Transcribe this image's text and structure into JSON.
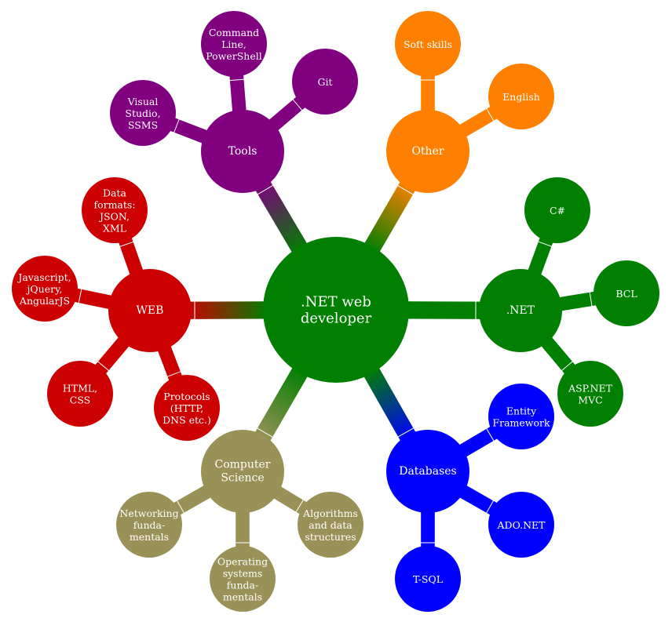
{
  "mindmap": {
    "root": {
      "label": [
        ".NET web",
        "developer"
      ],
      "color": "#007f00"
    },
    "branches": [
      {
        "id": "tools",
        "label": [
          "Tools"
        ],
        "color": "#800080",
        "leaves": [
          {
            "label": [
              "Command",
              "Line,",
              "PowerShell"
            ]
          },
          {
            "label": [
              "Git"
            ]
          },
          {
            "label": [
              "Visual",
              "Studio,",
              "SSMS"
            ]
          }
        ]
      },
      {
        "id": "other",
        "label": [
          "Other"
        ],
        "color": "#ff8000",
        "leaves": [
          {
            "label": [
              "Soft skills"
            ]
          },
          {
            "label": [
              "English"
            ]
          }
        ]
      },
      {
        "id": "dotnet",
        "label": [
          ".NET"
        ],
        "color": "#007f00",
        "leaves": [
          {
            "label": [
              "C#"
            ]
          },
          {
            "label": [
              "BCL"
            ]
          },
          {
            "label": [
              "ASP.NET",
              "MVC"
            ]
          }
        ]
      },
      {
        "id": "databases",
        "label": [
          "Databases"
        ],
        "color": "#0000ff",
        "leaves": [
          {
            "label": [
              "Entity",
              "Framework"
            ]
          },
          {
            "label": [
              "ADO.NET"
            ]
          },
          {
            "label": [
              "T-SQL"
            ]
          }
        ]
      },
      {
        "id": "cs",
        "label": [
          "Computer",
          "Science"
        ],
        "color": "#999158",
        "leaves": [
          {
            "label": [
              "Algorithms",
              "and data",
              "structures"
            ]
          },
          {
            "label": [
              "Operating",
              "systems",
              "funda-",
              "mentals"
            ]
          },
          {
            "label": [
              "Networking",
              "funda-",
              "mentals"
            ]
          }
        ]
      },
      {
        "id": "web",
        "label": [
          "WEB"
        ],
        "color": "#cc0000",
        "leaves": [
          {
            "label": [
              "Data",
              "formats:",
              "JSON,",
              "XML"
            ]
          },
          {
            "label": [
              "Javascript,",
              "jQuery,",
              "AngularJS"
            ]
          },
          {
            "label": [
              "HTML,",
              "CSS"
            ]
          },
          {
            "label": [
              "Protocols",
              "(HTTP,",
              "DNS etc.)"
            ]
          }
        ]
      }
    ]
  }
}
